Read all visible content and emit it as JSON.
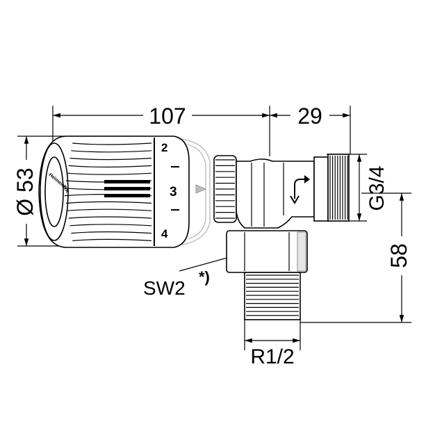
{
  "dimensions": {
    "total_length": "107",
    "outlet_length": "29",
    "head_diameter": "Ø 53",
    "outlet_thread": "G3/4",
    "height": "58",
    "wrench_size": "SW2",
    "wrench_note": "*)",
    "inlet_thread": "R1/2"
  },
  "head_scale": {
    "marks": [
      "2",
      "3",
      "4"
    ],
    "brand_text": "Heimeier",
    "model_text": "WK"
  },
  "colors": {
    "line": "#000000",
    "ghost": "#bdbdbd",
    "background": "#ffffff"
  }
}
